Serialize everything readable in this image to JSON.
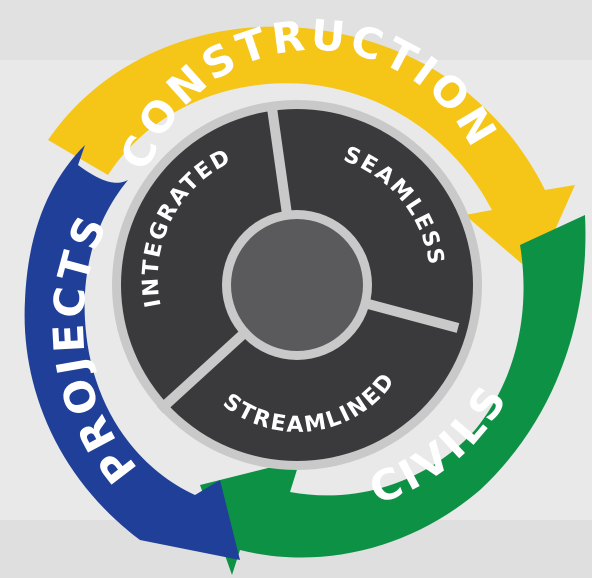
{
  "colors": {
    "background": "#e9e9e9",
    "construction": "#f5c518",
    "civils": "#0c9145",
    "projects": "#1f3f98",
    "inner_ring": "#3a3a3c",
    "divider": "#c9c9c9",
    "hub": "#5a5a5c",
    "text": "#ffffff"
  },
  "outer_ring": [
    {
      "id": "construction",
      "label": "CONSTRUCTION"
    },
    {
      "id": "civils",
      "label": "CIVILS"
    },
    {
      "id": "projects",
      "label": "PROJECTS"
    }
  ],
  "inner_ring": [
    {
      "id": "integrated",
      "label": "INTEGRATED"
    },
    {
      "id": "seamless",
      "label": "SEAMLESS"
    },
    {
      "id": "streamlined",
      "label": "STREAMLINED"
    }
  ]
}
